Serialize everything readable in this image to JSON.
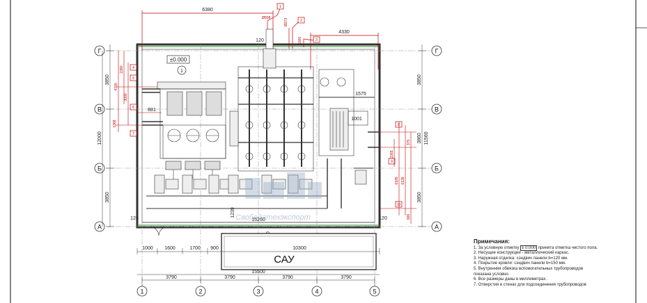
{
  "drawing": {
    "level_mark": "±0.000",
    "room_no": "1",
    "sau_label": "САУ",
    "watermark": "Свободатехэкспорт",
    "axes_rows": [
      "Г",
      "В",
      "Б",
      "А"
    ],
    "axes_cols": [
      "1",
      "2",
      "3",
      "4",
      "5"
    ],
    "dims": {
      "top_6380": "6380",
      "top_120": "120",
      "top_4330": "4330",
      "d_508": "Ø508",
      "d_273": "Ø273",
      "d_1000": "1000",
      "d_1575": "1575",
      "d_881": "881",
      "d_1001": "1001",
      "left_3850_top": "3850",
      "left_12000": "12000",
      "left_3850_bot": "3850",
      "right_3850_top": "3850",
      "right_11560": "11560",
      "right_3850_bot": "3850",
      "right_3860": "3860",
      "dim_120_left": "120",
      "dim_120_right": "120",
      "dim_15260": "15260",
      "dim_1239": "1239",
      "dim_120_bottom": "120",
      "seg_1000": "1000",
      "seg_1600": "1600",
      "seg_1700": "1700",
      "seg_900": "900",
      "seg_10300": "10300",
      "total_15500": "15500",
      "span_1": "3790",
      "span_2": "3790",
      "span_3": "3790",
      "span_4": "3790",
      "r_2280": "2280",
      "r_4730": "4730",
      "r_3000": "3000",
      "r_1368": "1368",
      "r_2265": "2265",
      "r_6185": "6185",
      "r_6135": "6135",
      "r_375": "375",
      "r_900": "900"
    },
    "callouts": [
      "1",
      "2",
      "3",
      "4",
      "5",
      "6",
      "7",
      "8",
      "9",
      "10"
    ]
  },
  "notes": {
    "title": "Примечания:",
    "n1_a": "1. За условную отметку",
    "n1_mark": "± 0.000",
    "n1_b": "принята отметка чистого пола.",
    "n2": "2. Несущие конструкции - металлический каркас.",
    "n3": "3. Наружная отделка: сэндвич панели b=120 мм.",
    "n4": "4. Покрытие кровли: сэндвич панели b=150 мм.",
    "n5a": "5. Внутренняя обвязка вспомогательных трубопроводов",
    "n5b": "показана условно.",
    "n6": "6. Все размеры даны в миллиметрах.",
    "n7": "7. Отверстия в стенах для подсоединения трубопроводов"
  }
}
